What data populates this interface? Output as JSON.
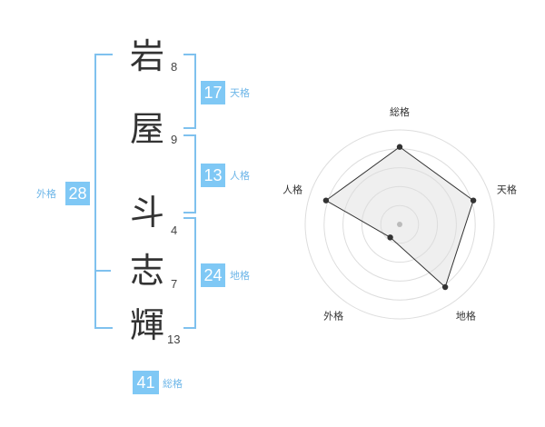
{
  "characters": [
    {
      "char": "岩",
      "strokes": "8"
    },
    {
      "char": "屋",
      "strokes": "9"
    },
    {
      "char": "斗",
      "strokes": "4"
    },
    {
      "char": "志",
      "strokes": "7"
    },
    {
      "char": "輝",
      "strokes": "13"
    }
  ],
  "fortunes": {
    "tenkaku": {
      "value": "17",
      "label": "天格"
    },
    "jinkaku": {
      "value": "13",
      "label": "人格"
    },
    "chikaku": {
      "value": "24",
      "label": "地格"
    },
    "gaikaku": {
      "value": "28",
      "label": "外格"
    },
    "soukaku": {
      "value": "41",
      "label": "総格"
    }
  },
  "chart_data": {
    "type": "radar",
    "axes": [
      "総格",
      "天格",
      "地格",
      "外格",
      "人格"
    ],
    "values": [
      0.82,
      0.82,
      0.82,
      0.17,
      0.82
    ],
    "scale_rings": 5,
    "colors": {
      "fill": "#efefef",
      "line": "#333333",
      "ring": "#dddddd",
      "point": "#333333",
      "center": "#bbbbbb"
    }
  },
  "colors": {
    "accent": "#7fc8f5",
    "bracket": "#7fc1ee",
    "label": "#6db6e8"
  }
}
